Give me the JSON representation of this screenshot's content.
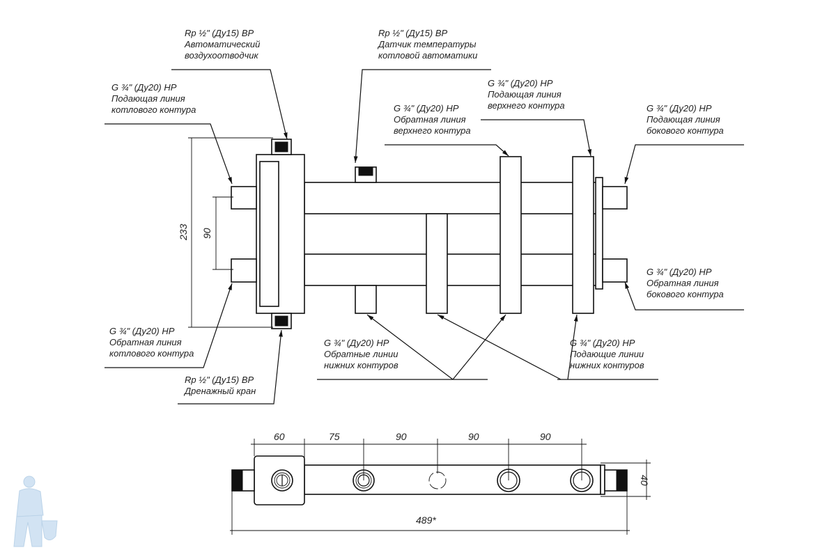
{
  "labels": {
    "air_vent": [
      "Rp ½\" (Ду15) ВР",
      "Автоматический",
      "воздухоотводчик"
    ],
    "sensor": [
      "Rp ½\" (Ду15) ВР",
      "Датчик температуры",
      "котловой автоматики"
    ],
    "boiler_supply": [
      "G ¾\" (Ду20) НР",
      "Подающая линия",
      "котлового контура"
    ],
    "upper_return": [
      "G ¾\" (Ду20) НР",
      "Обратная линия",
      "верхнего контура"
    ],
    "upper_supply": [
      "G ¾\" (Ду20) НР",
      "Подающая линия",
      "верхнего контура"
    ],
    "side_supply": [
      "G ¾\" (Ду20) НР",
      "Подающая линия",
      "бокового контура"
    ],
    "side_return": [
      "G ¾\" (Ду20) НР",
      "Обратная линия",
      "бокового контура"
    ],
    "boiler_return": [
      "G ¾\" (Ду20) НР",
      "Обратная линия",
      "котлового контура"
    ],
    "drain": [
      "Rp ½\" (Ду15) ВР",
      "Дренажный кран"
    ],
    "lower_returns": [
      "G ¾\" (Ду20) НР",
      "Обратные линии",
      "нижних контуров"
    ],
    "lower_supplies": [
      "G ¾\" (Ду20) НР",
      "Подающие линии",
      "нижних контуров"
    ]
  },
  "dimensions": {
    "height_total": "233",
    "nozzle_spacing": "90",
    "plan": [
      "60",
      "75",
      "90",
      "90",
      "90"
    ],
    "total_length": "489*",
    "depth": "40"
  }
}
